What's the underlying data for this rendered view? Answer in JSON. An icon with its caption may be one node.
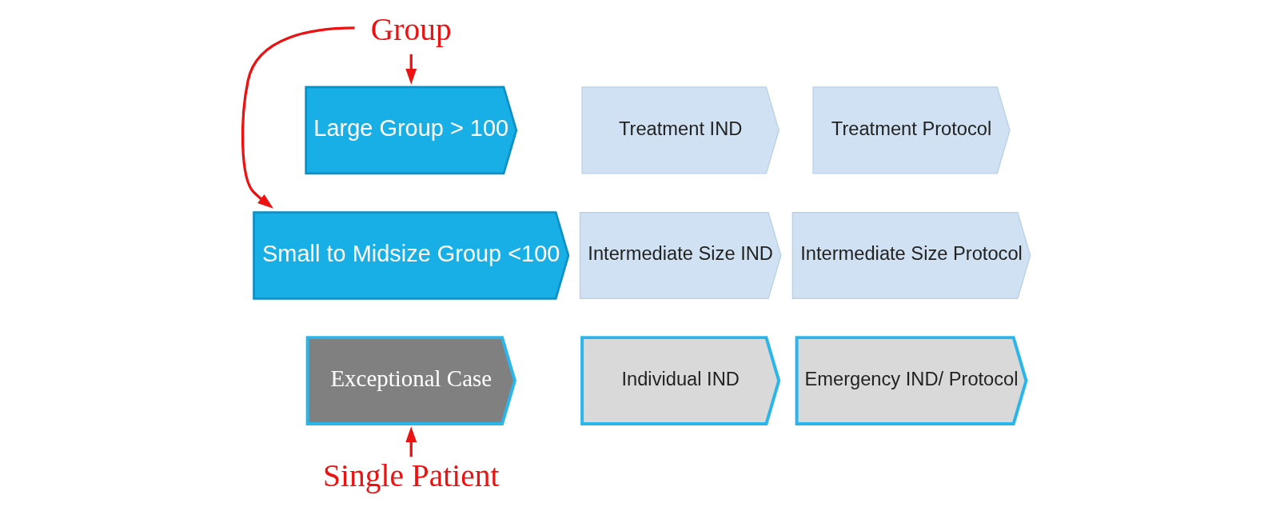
{
  "diagram": {
    "nodes": [
      {
        "text": [
          "Group"
        ]
      },
      {
        "text": [
          "Single Patient"
        ]
      },
      {
        "text": [
          "Large Group > 100"
        ]
      },
      {
        "text": [
          "Treatment IND"
        ]
      },
      {
        "text": [
          "Treatment Protocol"
        ]
      },
      {
        "text": [
          "Small to Midsize Group <100"
        ]
      },
      {
        "text": [
          "Intermediate Size IND"
        ]
      },
      {
        "text": [
          "Intermediate Size Protocol"
        ]
      },
      {
        "text": [
          "Exceptional Case"
        ]
      },
      {
        "text": [
          "Individual IND"
        ]
      },
      {
        "text": [
          "Emergency IND/ Protocol"
        ]
      }
    ],
    "edges": [
      {
        "from": 0,
        "to": 2,
        "arrow": "to"
      },
      {
        "from": 0,
        "to": 5,
        "arrow": "to"
      },
      {
        "from": 1,
        "to": 8,
        "arrow": "to"
      }
    ]
  }
}
